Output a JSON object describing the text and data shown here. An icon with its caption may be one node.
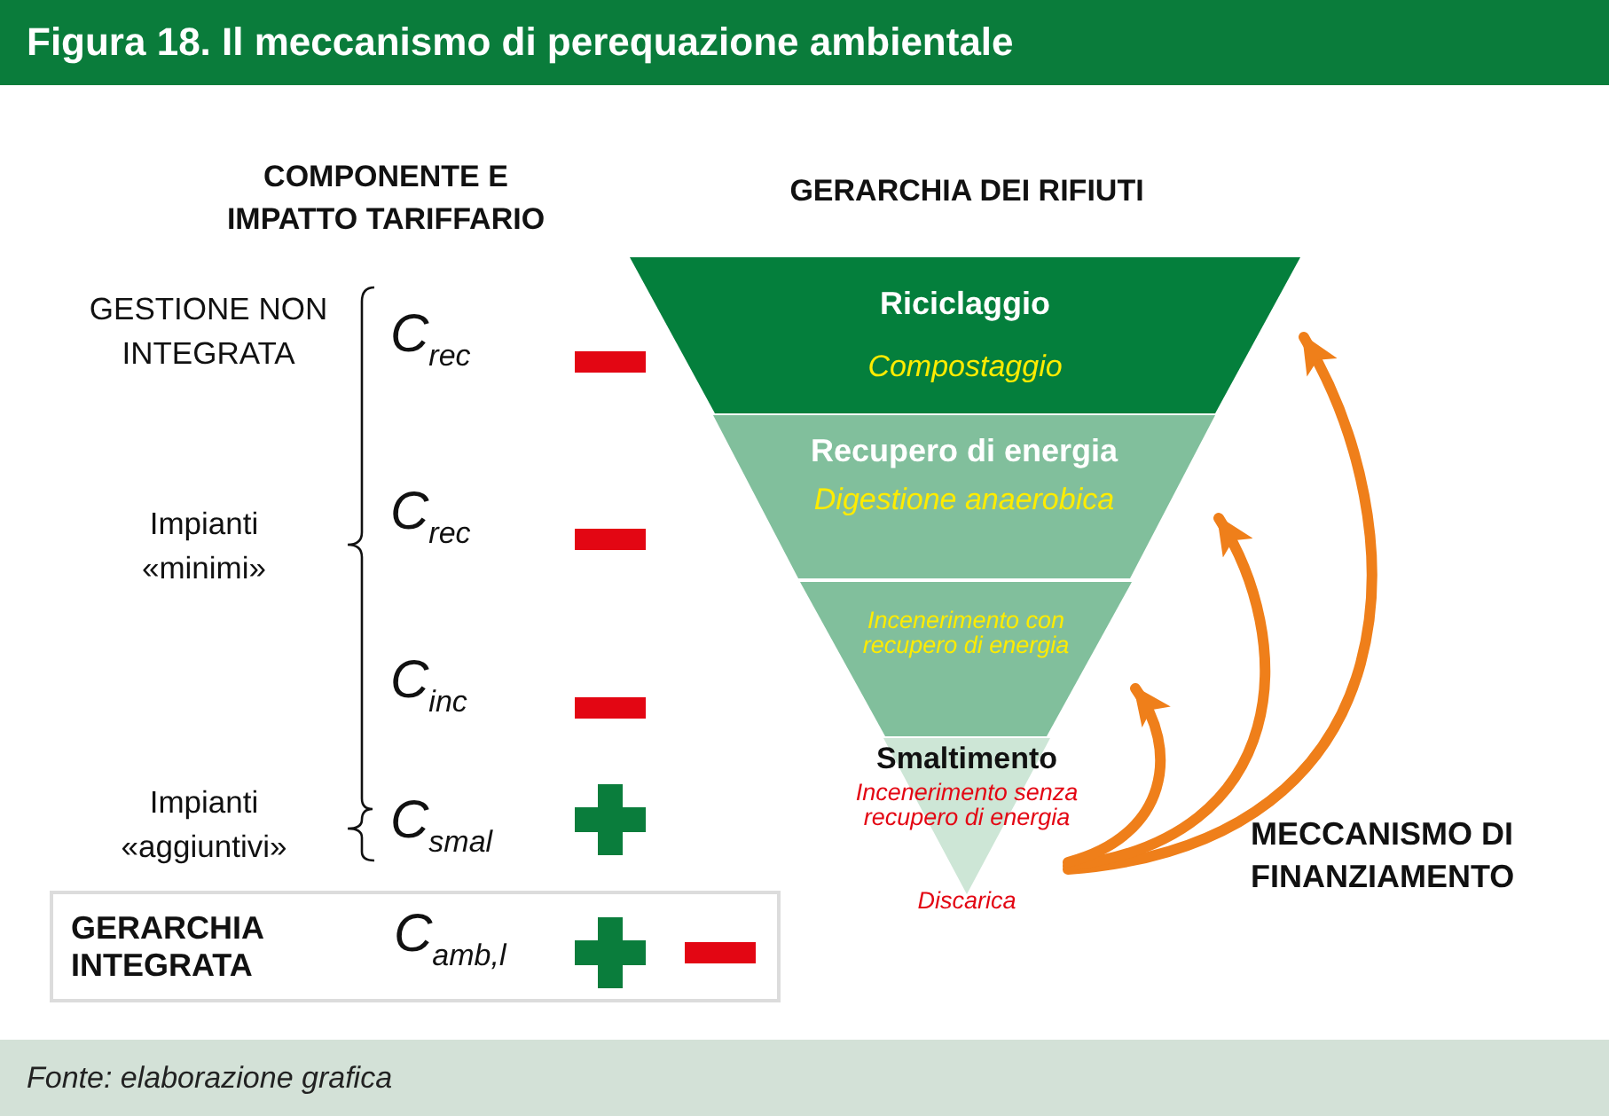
{
  "diagram": {
    "title": "Figura 18. Il meccanismo di perequazione ambientale",
    "caption": "Fonte: elaborazione grafica",
    "nodes": [
      {
        "text": [
          "Riciclaggio",
          "Compostaggio"
        ]
      },
      {
        "text": [
          "Recupero di energia",
          "Digestione anaerobica"
        ]
      },
      {
        "text": [
          "Incenerimento con recupero di energia"
        ]
      },
      {
        "text": [
          "Smaltimento",
          "Incenerimento senza recupero di energia",
          "Discarica"
        ]
      },
      {
        "text": [
          "GERARCHIA INTEGRATA",
          "C$_{amb,l}$"
        ]
      }
    ],
    "edges": [
      {
        "from": 3,
        "to": 0,
        "arrow": "to"
      },
      {
        "from": 3,
        "to": 1,
        "arrow": "to"
      },
      {
        "from": 3,
        "to": 2,
        "arrow": "to"
      }
    ],
    "labels": [
      "COMPONENTE E IMPATTO TARIFFARIO",
      "GERARCHIA DEI RIFIUTI",
      "GESTIONE NON INTEGRATA",
      "C$_{rec}$",
      "Impianti «minimi»",
      "C$_{rec}$",
      "C$_{inc}$",
      "Impianti «aggiuntivi»",
      "C$_{smal}$",
      "MECCANISMO DI FINANZIAMENTO"
    ]
  }
}
